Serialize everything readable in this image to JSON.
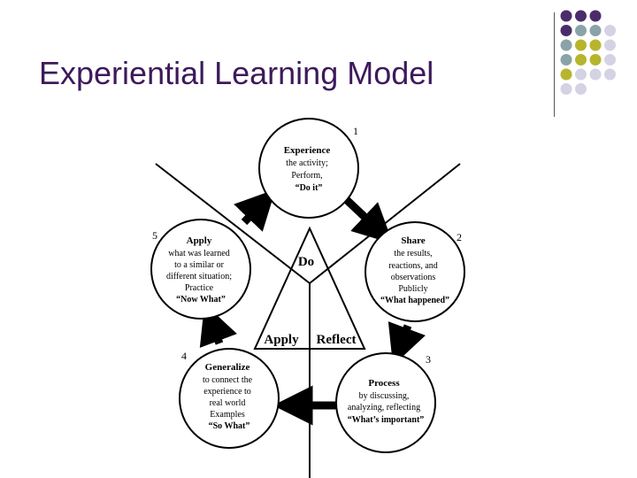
{
  "title": "Experiential Learning Model",
  "colors": {
    "title": "#3d1a5b",
    "purple": "#4a2c6a",
    "teal": "#8aa3a8",
    "olive": "#b7b52c",
    "lavender": "#d3d3e3"
  },
  "decor_dots": [
    [
      "purple",
      "purple",
      "purple"
    ],
    [
      "purple",
      "teal",
      "teal",
      "lavender"
    ],
    [
      "teal",
      "olive",
      "olive",
      "lavender"
    ],
    [
      "teal",
      "olive",
      "olive",
      "lavender"
    ],
    [
      "olive",
      "lavender",
      "lavender",
      "lavender"
    ],
    [
      "lavender",
      "lavender"
    ]
  ],
  "triangle": {
    "top": "Do",
    "left": "Apply",
    "right": "Reflect"
  },
  "stages": [
    {
      "number": "1",
      "title": "Experience",
      "lines": [
        "the activity;",
        "Perform,"
      ],
      "quote": "“Do it”"
    },
    {
      "number": "2",
      "title": "Share",
      "lines": [
        "the results,",
        "reactions, and",
        "observations",
        "Publicly"
      ],
      "quote": "“What happened”"
    },
    {
      "number": "3",
      "title": "Process",
      "lines": [
        "by discussing,",
        "analyzing, reflecting"
      ],
      "quote": "“What’s important”"
    },
    {
      "number": "4",
      "title": "Generalize",
      "lines": [
        "to connect the",
        "experience to",
        "real world",
        "Examples"
      ],
      "quote": "“So What”"
    },
    {
      "number": "5",
      "title": "Apply",
      "lines": [
        "what was learned",
        "to a similar or",
        "different situation;",
        "Practice"
      ],
      "quote": "“Now What”"
    }
  ]
}
